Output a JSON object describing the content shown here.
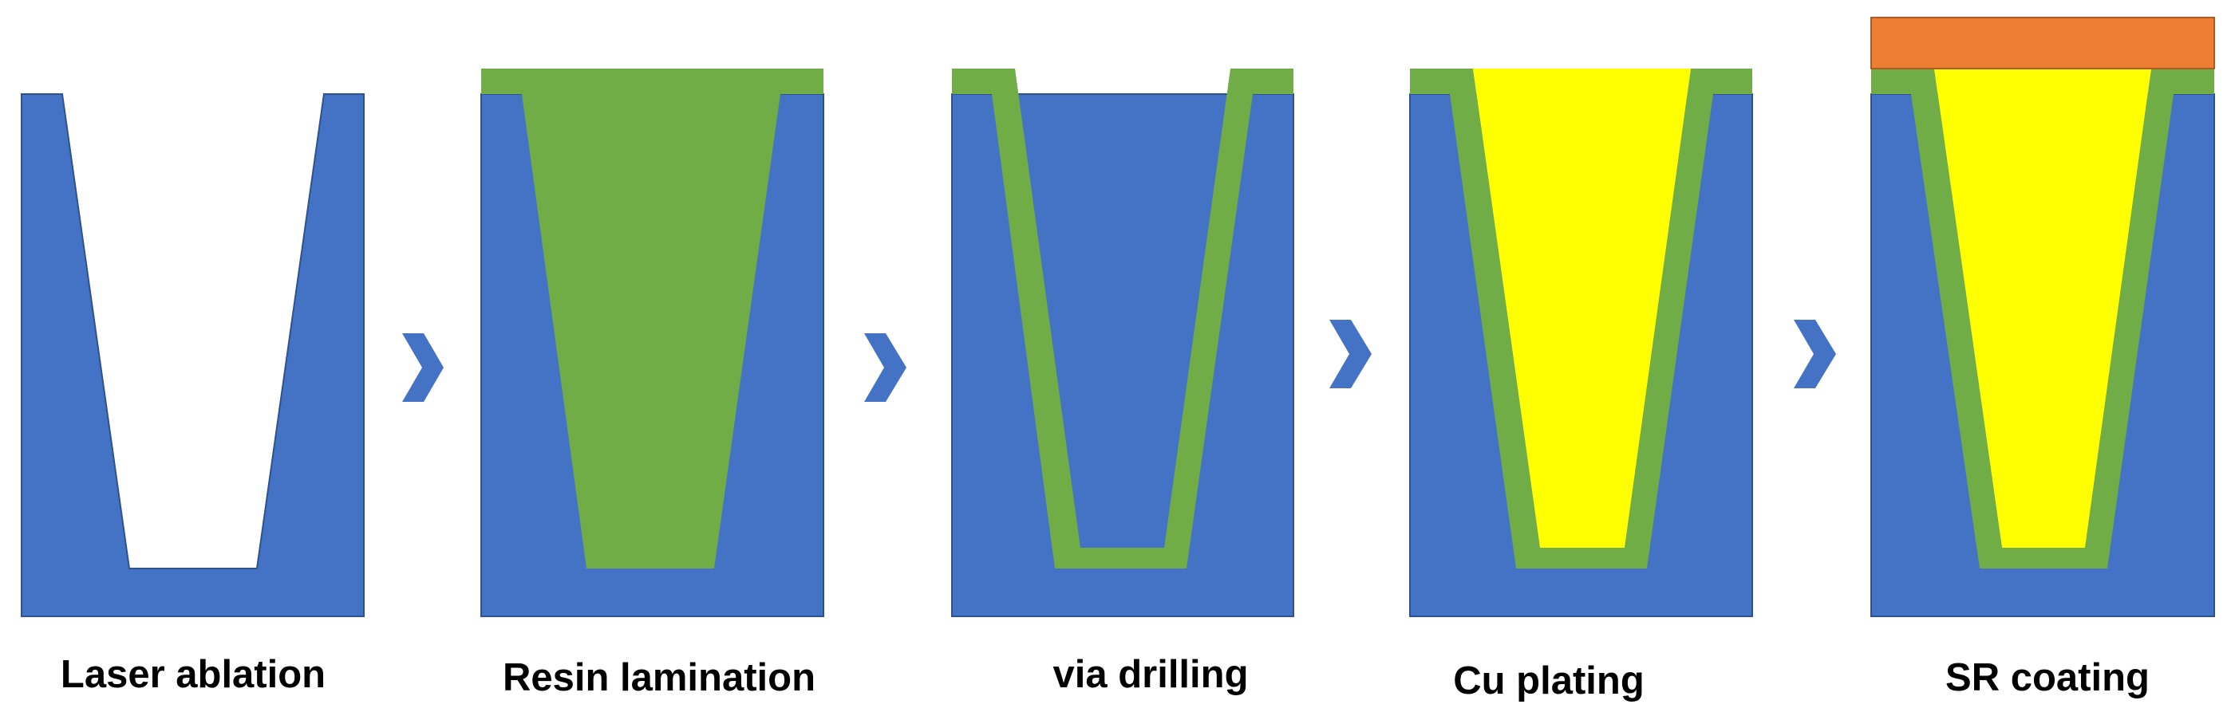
{
  "process": {
    "steps": [
      {
        "label": "Laser ablation"
      },
      {
        "label": "Resin lamination"
      },
      {
        "label": "via drilling"
      },
      {
        "label": "Cu plating"
      },
      {
        "label": "SR coating"
      }
    ],
    "arrow_icon": "chevron-right-icon",
    "colors": {
      "substrate": "#4472C4",
      "resin": "#70AD47",
      "copper": "#FFFF00",
      "solder_resist": "#ED7D31",
      "outline": "#2F528F"
    }
  }
}
